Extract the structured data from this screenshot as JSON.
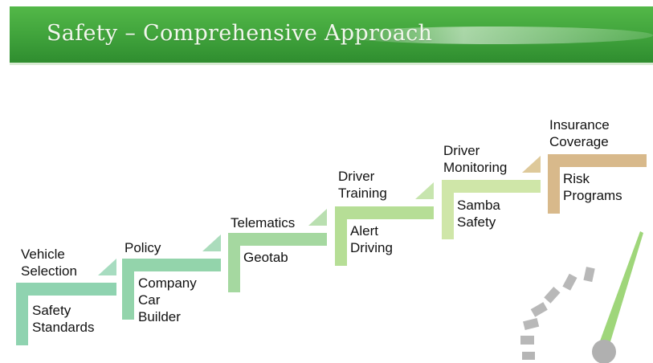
{
  "header": {
    "title": "Safety – Comprehensive Approach"
  },
  "steps": [
    {
      "heading": "Vehicle\nSelection",
      "item": "Safety\nStandards"
    },
    {
      "heading": "Policy",
      "item": "Company\nCar\nBuilder"
    },
    {
      "heading": "Telematics",
      "item": "Geotab"
    },
    {
      "heading": "Driver\nTraining",
      "item": "Alert\nDriving"
    },
    {
      "heading": "Driver\nMonitoring",
      "item": "Samba\nSafety"
    },
    {
      "heading": "Insurance\nCoverage",
      "item": "Risk\nPrograms"
    }
  ],
  "colors": {
    "banner": "#3fa23b",
    "step1": "#8fd3b0",
    "step2": "#93d4ab",
    "step3": "#a5d8a0",
    "step4": "#b6de96",
    "step5": "#cfe6a8",
    "step6": "#d8b98b",
    "gauge": "#b0b0b0",
    "needle": "#9fd67a"
  }
}
